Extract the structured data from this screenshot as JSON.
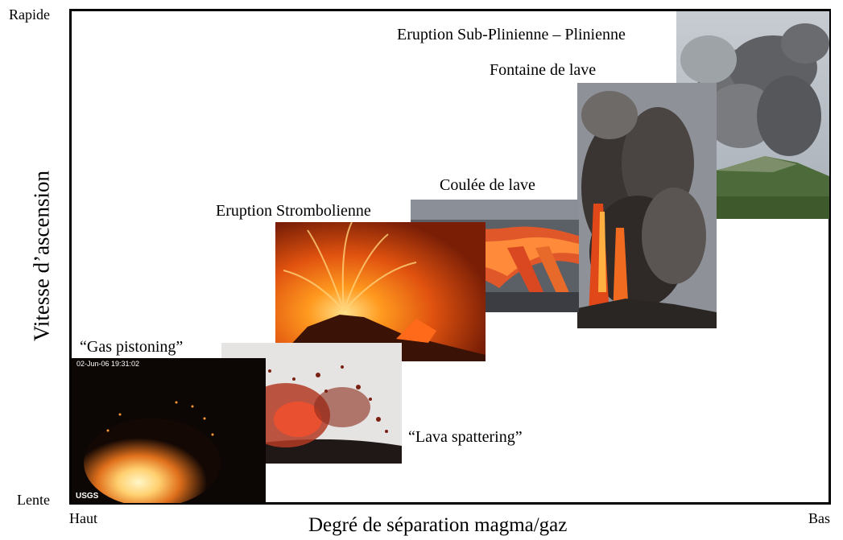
{
  "axes": {
    "y_title": "Vitesse d’ascension",
    "y_top": "Rapide",
    "y_bottom": "Lente",
    "x_title": "Degré de séparation magma/gaz",
    "x_left": "Haut",
    "x_right": "Bas"
  },
  "styles": [
    {
      "label": "“Gas pistoning”",
      "photo_timestamp": "02-Jun-06  19:31:02",
      "photo_watermark": "USGS"
    },
    {
      "label": "“Lava spattering”"
    },
    {
      "label": "Eruption Strombolienne"
    },
    {
      "label": "Coulée de lave"
    },
    {
      "label": "Fontaine de lave"
    },
    {
      "label": "Eruption Sub-Plinienne – Plinienne"
    }
  ]
}
